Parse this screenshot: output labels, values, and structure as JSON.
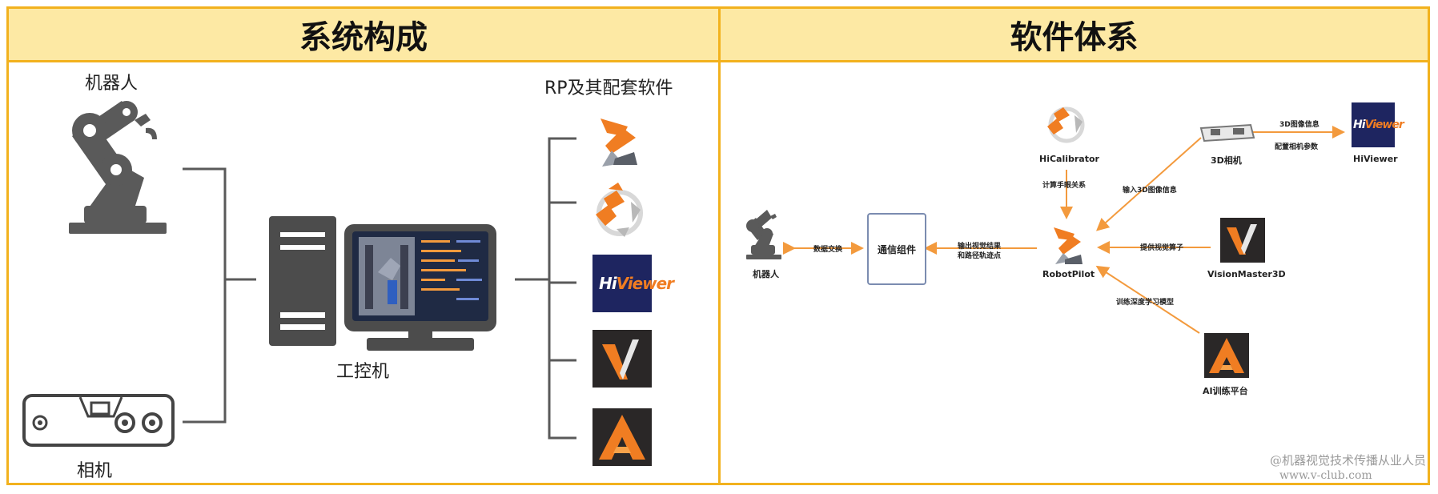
{
  "left_panel": {
    "title": "系统构成",
    "robot_label": "机器人",
    "camera_label": "相机",
    "ipc_label": "工控机",
    "software_label": "RP及其配套软件"
  },
  "right_panel": {
    "title": "软件体系",
    "nodes": {
      "robot": "机器人",
      "comm": "通信组件",
      "robotpilot": "RobotPilot",
      "hicalibrator": "HiCalibrator",
      "camera3d": "3D相机",
      "hiviewer": "HiViewer",
      "visionmaster": "VisionMaster3D",
      "ai_platform": "AI训练平台"
    },
    "edges": {
      "data_exchange": "数据交换",
      "output_line1": "输出视觉结果",
      "output_line2": "和路径轨迹点",
      "calc_handeye": "计算手眼关系",
      "input_3d": "输入3D图像信息",
      "info_3d": "3D图像信息",
      "config_params": "配置相机参数",
      "provide_operator": "提供视觉算子",
      "train_model": "训练深度学习模型"
    }
  },
  "logo_text": {
    "hiviewer_hi": "Hi",
    "hiviewer_rest": "Viewer"
  },
  "watermark": {
    "line1": "@机器视觉技术传播从业人员",
    "line2": "www.v-club.com"
  },
  "colors": {
    "frame": "#f2b21e",
    "header_bg": "#fde9a4",
    "arrow": "#f39a3d",
    "icon_gray": "#5a5a5a",
    "navy": "#1e2560"
  }
}
